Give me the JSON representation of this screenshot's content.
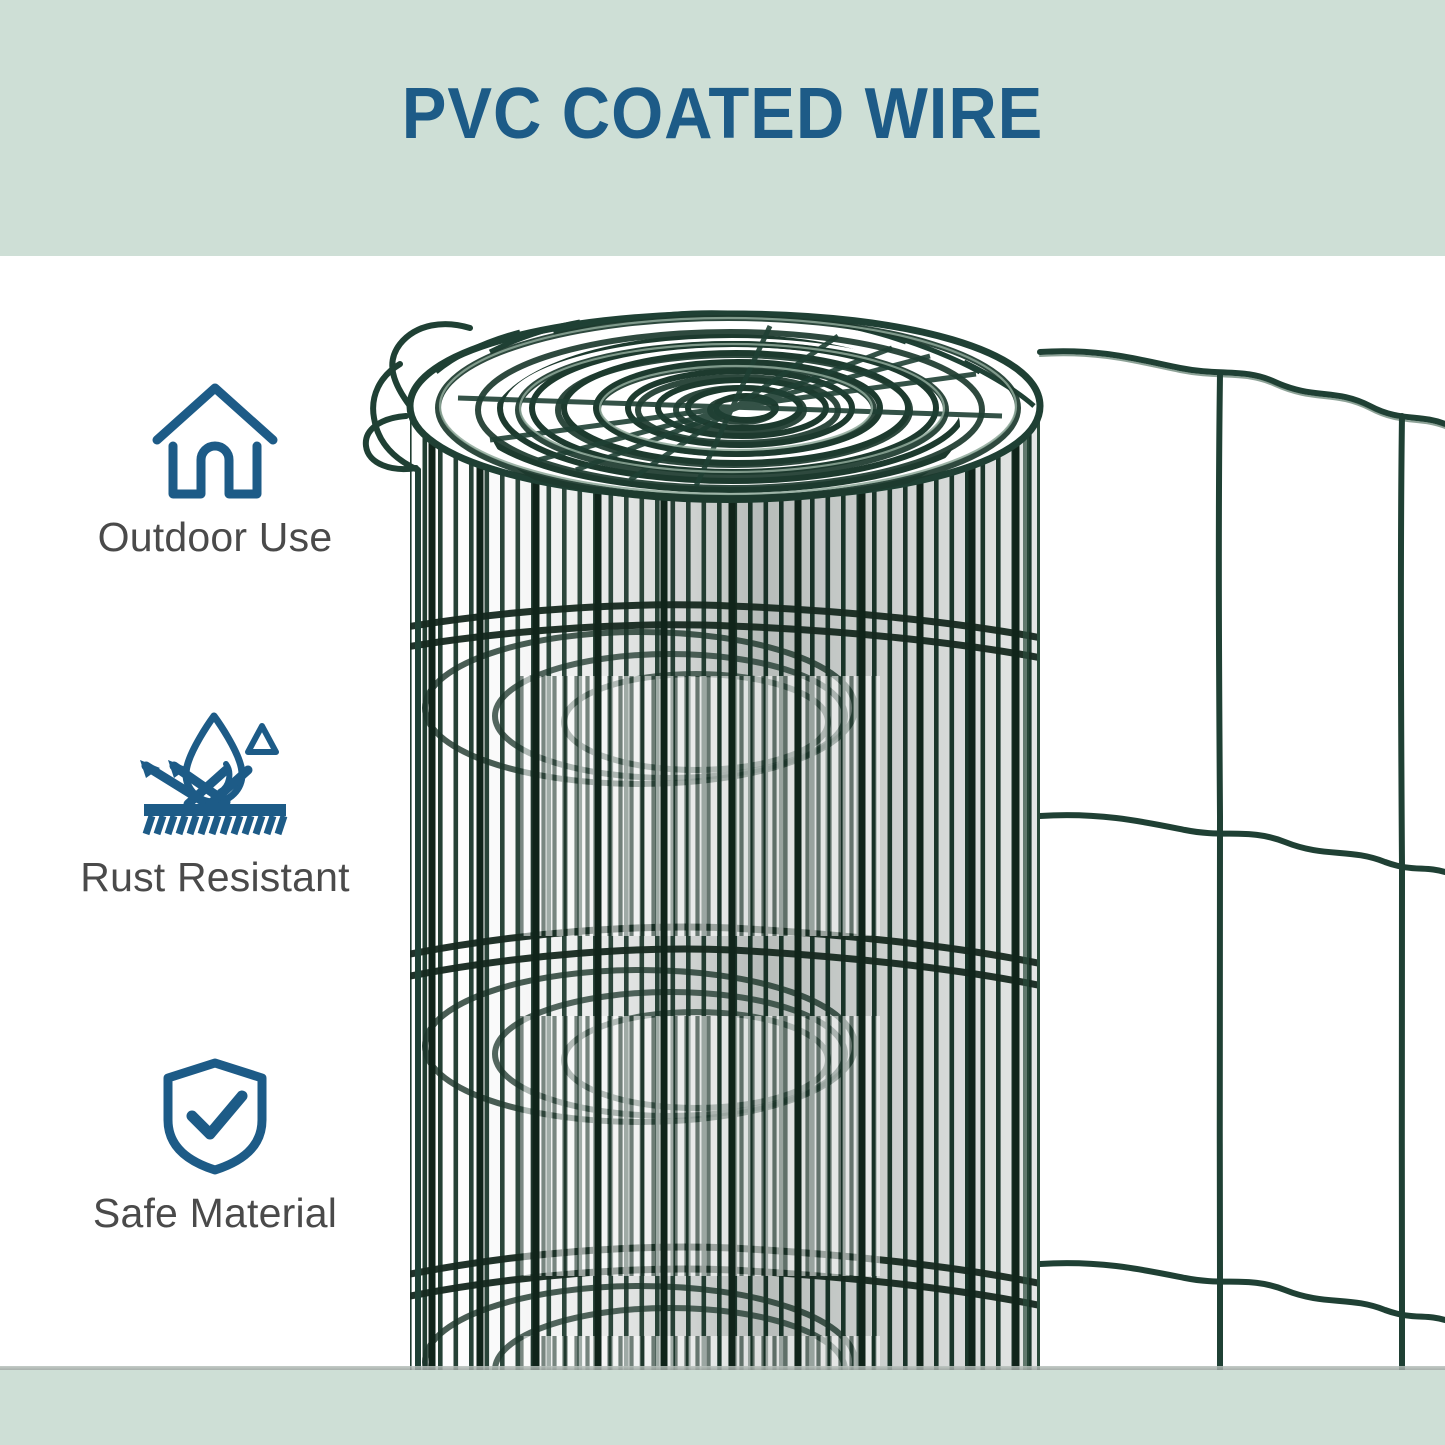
{
  "header": {
    "title": "PVC COATED WIRE",
    "background_color": "#cedfd6",
    "title_color": "#1d5b87"
  },
  "footer": {
    "background_color": "#cedfd6"
  },
  "features": [
    {
      "id": "outdoor-use",
      "icon": "house-icon",
      "label": "Outdoor Use"
    },
    {
      "id": "rust-resistant",
      "icon": "water-repellent-icon",
      "label": "Rust Resistant"
    },
    {
      "id": "safe-material",
      "icon": "shield-check-icon",
      "label": "Safe Material"
    }
  ],
  "product_image": {
    "subject": "pvc-coated-welded-wire-mesh-roll",
    "wire_color": "#1f4034",
    "wire_highlight_color": "#5c7a6b",
    "background_color": "#ffffff"
  },
  "palette": {
    "band_green": "#cedfd6",
    "accent_blue": "#1d5b87",
    "label_gray": "#4a4a4a",
    "mesh_green": "#1f4034"
  }
}
